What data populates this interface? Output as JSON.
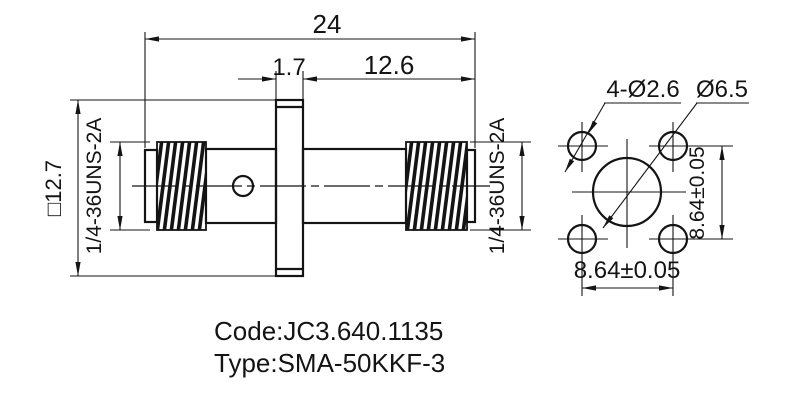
{
  "drawing": {
    "side_view": {
      "dim_total_length": "24",
      "dim_flange_thickness": "1.7",
      "dim_right_length": "12.6",
      "dim_flange_square": "□12.7",
      "thread_spec_left": "1/4-36UNS-2A",
      "thread_spec_right": "1/4-36UNS-2A"
    },
    "end_view": {
      "dim_mounting_holes": "4-Ø2.6",
      "dim_center_hole": "Ø6.5",
      "dim_hole_spacing_vertical": "8.64±0.05",
      "dim_hole_spacing_horizontal": "8.64±0.05"
    },
    "caption": {
      "code_line": "Code:JC3.640.1135",
      "type_line": "Type:SMA-50KKF-3"
    },
    "colors": {
      "line": "#141414",
      "background": "#ffffff"
    }
  }
}
